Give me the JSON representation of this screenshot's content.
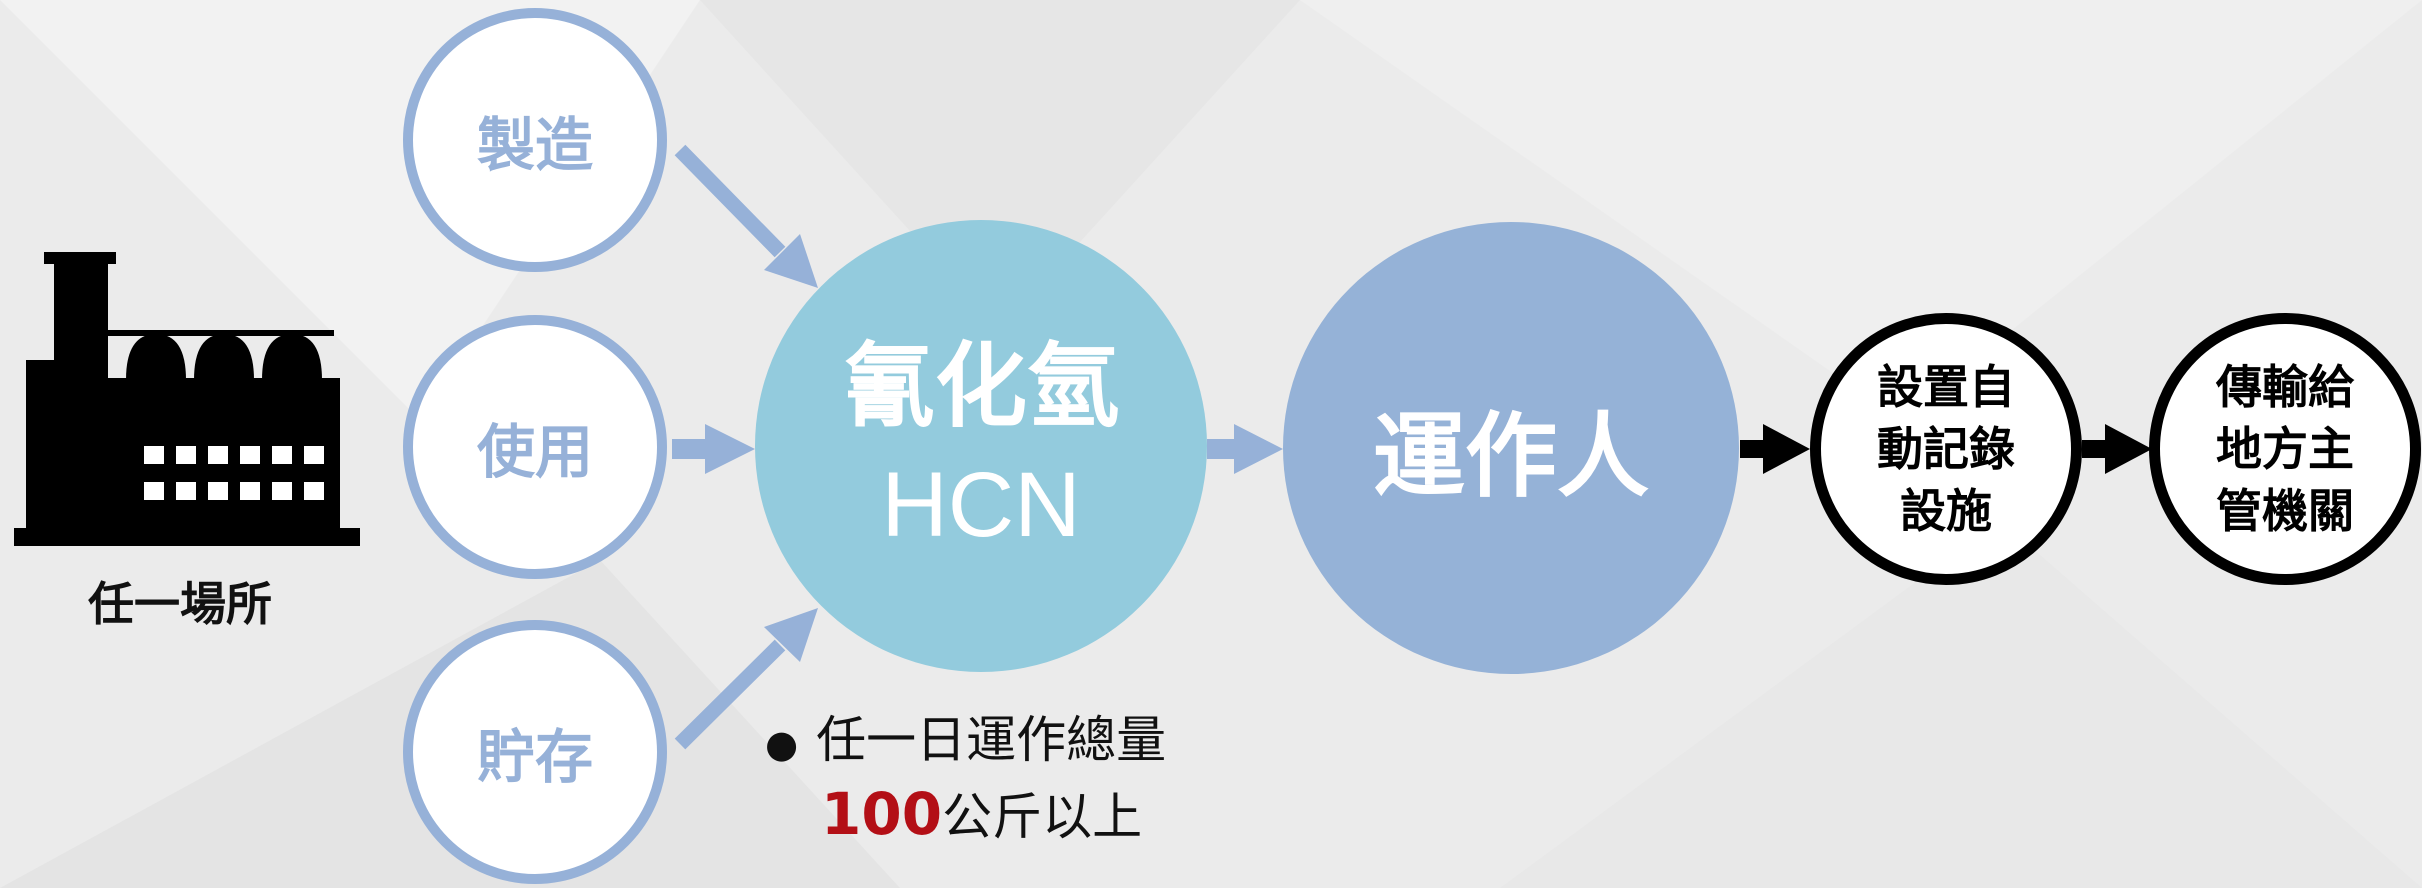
{
  "factory": {
    "icon": "factory-icon",
    "label": "任一場所"
  },
  "activities": [
    {
      "id": "manufacture",
      "label": "製造"
    },
    {
      "id": "use",
      "label": "使用"
    },
    {
      "id": "storage",
      "label": "貯存"
    }
  ],
  "substance": {
    "name": "氰化氫",
    "formula": "HCN"
  },
  "operator": {
    "label": "運作人"
  },
  "outputs": [
    {
      "id": "recording",
      "lines": [
        "設置自",
        "動記錄",
        "設施"
      ]
    },
    {
      "id": "transmit",
      "lines": [
        "傳輸給",
        "地方主",
        "管機關"
      ]
    }
  ],
  "note": {
    "bullet": "●",
    "line1": "任一日運作總量",
    "number": "100",
    "unit": "公斤以上"
  },
  "colors": {
    "small_circle_border": "#96b1d8",
    "substance_circle": "#93cbdd",
    "operator_circle": "#95b2d7",
    "arrow_light": "#96b1d8",
    "arrow_dark": "#000000",
    "highlight_number": "#b30f16"
  }
}
